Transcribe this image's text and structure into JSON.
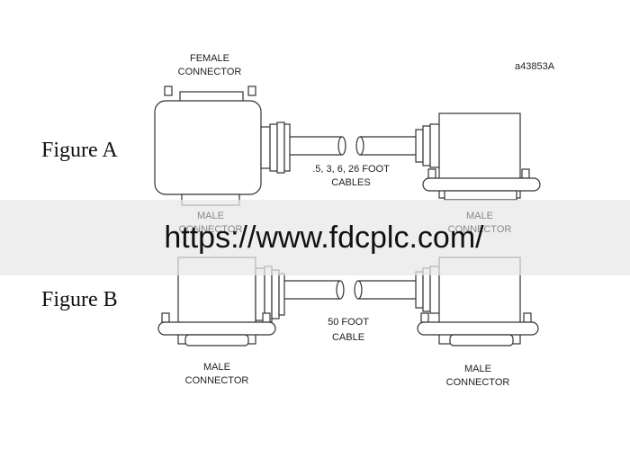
{
  "figure_id": "a43853A",
  "figure_a": {
    "label": "Figure A",
    "top_connector_label": [
      "FEMALE",
      "CONNECTOR"
    ],
    "bottom_left_label": [
      "MALE",
      "CONNECTOR"
    ],
    "bottom_right_label": [
      "MALE",
      "CONNECTOR"
    ],
    "cable_label": [
      ".5, 3, 6, 26  FOOT",
      "CABLES"
    ]
  },
  "figure_b": {
    "label": "Figure B",
    "left_connector_label": [
      "MALE",
      "CONNECTOR"
    ],
    "right_connector_label": [
      "MALE",
      "CONNECTOR"
    ],
    "cable_label": [
      "50 FOOT",
      "CABLE"
    ]
  },
  "watermark": {
    "text": "https://www.fdcplc.com/",
    "band_color": "#e8e8e8"
  }
}
